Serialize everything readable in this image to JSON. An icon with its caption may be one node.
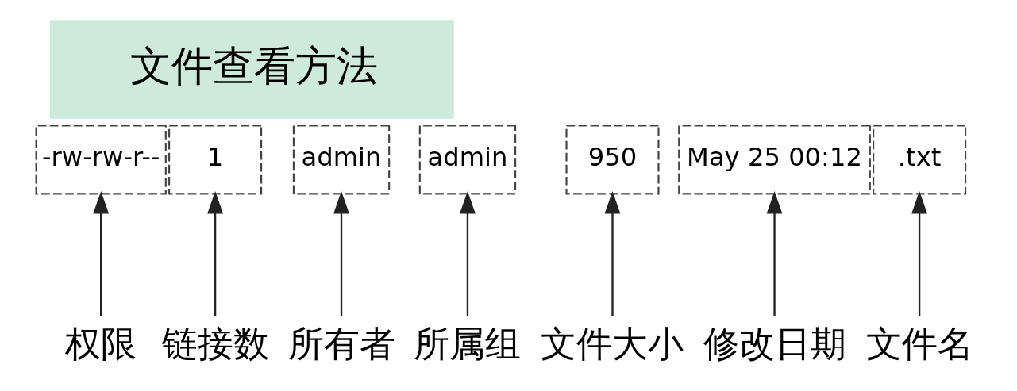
{
  "diagram": {
    "title": "文件查看方法",
    "nodes": [
      {
        "text": [
          "-rw-rw-r--"
        ]
      },
      {
        "text": [
          "1"
        ]
      },
      {
        "text": [
          "admin"
        ]
      },
      {
        "text": [
          "admin"
        ]
      },
      {
        "text": [
          "950"
        ]
      },
      {
        "text": [
          "May 25 00:12"
        ]
      },
      {
        "text": [
          ".txt"
        ]
      },
      {
        "text": [
          "权限"
        ]
      },
      {
        "text": [
          "链接数"
        ]
      },
      {
        "text": [
          "所有者"
        ]
      },
      {
        "text": [
          "所属组"
        ]
      },
      {
        "text": [
          "文件大小"
        ]
      },
      {
        "text": [
          "修改日期"
        ]
      },
      {
        "text": [
          "文件名"
        ]
      }
    ],
    "edges": [
      {
        "from": 7,
        "to": 0,
        "arrow": "to"
      },
      {
        "from": 8,
        "to": 1,
        "arrow": "to"
      },
      {
        "from": 9,
        "to": 2,
        "arrow": "to"
      },
      {
        "from": 10,
        "to": 3,
        "arrow": "to"
      },
      {
        "from": 11,
        "to": 4,
        "arrow": "to"
      },
      {
        "from": 12,
        "to": 5,
        "arrow": "to"
      },
      {
        "from": 13,
        "to": 6,
        "arrow": "to"
      }
    ]
  }
}
